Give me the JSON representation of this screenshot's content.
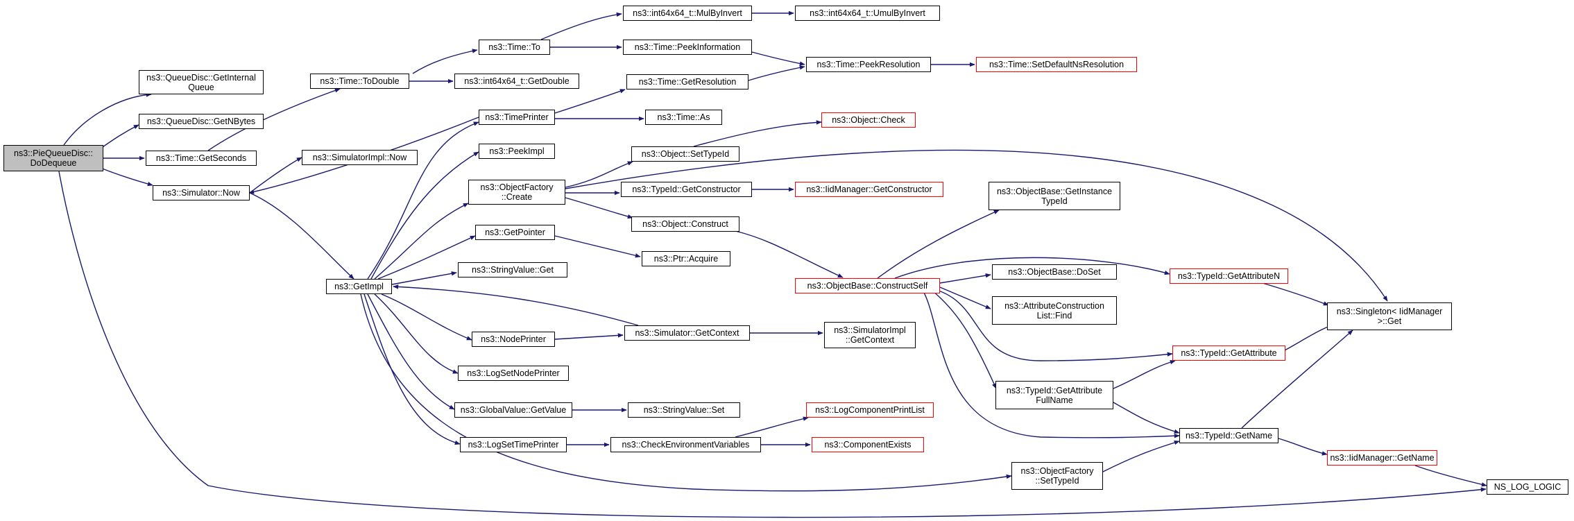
{
  "colors": {
    "edge": "#191970",
    "node_border": "#000000",
    "truncated_border": "#ff0000",
    "root_fill": "#bfbfbf"
  },
  "nodes": {
    "pie_dodequeue": "ns3::PieQueueDisc::\nDoDequeue",
    "qd_getinternalqueue": "ns3::QueueDisc::GetInternal\nQueue",
    "qd_getnbytes": "ns3::QueueDisc::GetNBytes",
    "time_getseconds": "ns3::Time::GetSeconds",
    "simulator_now": "ns3::Simulator::Now",
    "time_todouble": "ns3::Time::ToDouble",
    "simimpl_now": "ns3::SimulatorImpl::Now",
    "getimpl": "ns3::GetImpl",
    "time_to": "ns3::Time::To",
    "int_getdouble": "ns3::int64x64_t::GetDouble",
    "int_mulbyinvert": "ns3::int64x64_t::MulByInvert",
    "int_umulbyinvert": "ns3::int64x64_t::UmulByInvert",
    "time_peekinformation": "ns3::Time::PeekInformation",
    "time_getresolution": "ns3::Time::GetResolution",
    "time_peekresolution": "ns3::Time::PeekResolution",
    "time_setdefaultnsresolution": "ns3::Time::SetDefaultNsResolution",
    "timeprinter": "ns3::TimePrinter",
    "time_as": "ns3::Time::As",
    "peekimpl": "ns3::PeekImpl",
    "object_check": "ns3::Object::Check",
    "object_settypeid": "ns3::Object::SetTypeId",
    "objectfactory_create": "ns3::ObjectFactory\n::Create",
    "typeid_getconstructor": "ns3::TypeId::GetConstructor",
    "iidmanager_getconstructor": "ns3::IidManager::GetConstructor",
    "object_construct": "ns3::Object::Construct",
    "getpointer": "ns3::GetPointer",
    "ptr_acquire": "ns3::Ptr::Acquire",
    "stringvalue_get": "ns3::StringValue::Get",
    "objectbase_getinstancetypeid": "ns3::ObjectBase::GetInstance\nTypeId",
    "objectbase_constructself": "ns3::ObjectBase::ConstructSelf",
    "objectbase_doset": "ns3::ObjectBase::DoSet",
    "attrconstructionlist_find": "ns3::AttributeConstruction\nList::Find",
    "typeid_getattributen": "ns3::TypeId::GetAttributeN",
    "singleton_get": "ns3::Singleton< IidManager\n>::Get",
    "typeid_getattribute": "ns3::TypeId::GetAttribute",
    "nodeprinter": "ns3::NodePrinter",
    "simulator_getcontext": "ns3::Simulator::GetContext",
    "simimpl_getcontext": "ns3::SimulatorImpl\n::GetContext",
    "logsetnodeprinter": "ns3::LogSetNodePrinter",
    "typeid_getattributefullname": "ns3::TypeId::GetAttribute\nFullName",
    "globalvalue_getvalue": "ns3::GlobalValue::GetValue",
    "stringvalue_set": "ns3::StringValue::Set",
    "logcomponentprintlist": "ns3::LogComponentPrintList",
    "logsettimeprinter": "ns3::LogSetTimePrinter",
    "checkenvironmentvariables": "ns3::CheckEnvironmentVariables",
    "componentexists": "ns3::ComponentExists",
    "typeid_getname": "ns3::TypeId::GetName",
    "iidmanager_getname": "ns3::IidManager::GetName",
    "objectfactory_settypeid": "ns3::ObjectFactory\n::SetTypeId",
    "ns_log_logic": "NS_LOG_LOGIC"
  }
}
